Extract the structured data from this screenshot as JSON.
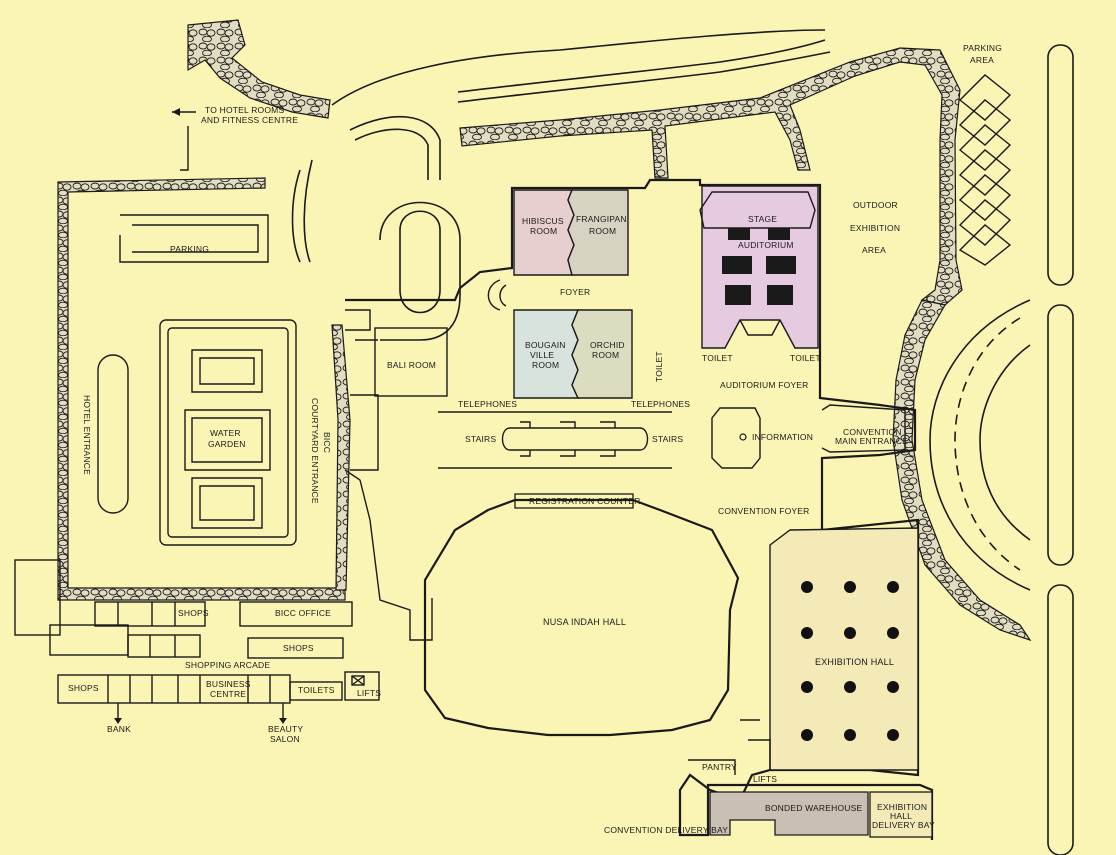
{
  "labels": {
    "to_hotel_rooms": "TO HOTEL ROOMS",
    "and_fitness_centre": "AND FITNESS CENTRE",
    "parking": "PARKING",
    "parking_area_1": "PARKING",
    "parking_area_2": "AREA",
    "hibiscus_1": "HIBISCUS",
    "hibiscus_2": "ROOM",
    "frangipani_1": "FRANGIPANI",
    "frangipani_2": "ROOM",
    "foyer": "FOYER",
    "stage": "STAGE",
    "auditorium": "AUDITORIUM",
    "outdoor": "OUTDOOR",
    "exhibition": "EXHIBITION",
    "area": "AREA",
    "bali_room": "BALI ROOM",
    "bougain_1": "BOUGAIN",
    "bougain_2": "VILLE",
    "bougain_3": "ROOM",
    "orchid_1": "ORCHID",
    "orchid_2": "ROOM",
    "toilet_v": "TOILET",
    "toilet_left": "TOILET",
    "toilet_right": "TOILET",
    "auditorium_foyer": "AUDITORIUM FOYER",
    "telephones_left": "TELEPHONES",
    "telephones_right": "TELEPHONES",
    "stairs_left": "STAIRS",
    "stairs_right": "STAIRS",
    "information": "INFORMATION",
    "convention_1": "CONVENTION",
    "convention_2": "MAIN ENTRANCE",
    "hotel_entrance": "HOTEL ENTRANCE",
    "water_1": "WATER",
    "water_2": "GARDEN",
    "bicc_courtyard_1": "BICC",
    "bicc_courtyard_2": "COURTYARD ENTRANCE",
    "registration_counter": "REGISTRATION COUNTER",
    "convention_foyer": "CONVENTION FOYER",
    "nusa_indah_hall": "NUSA INDAH HALL",
    "exhibition_hall": "EXHIBITION HALL",
    "shops_top": "SHOPS",
    "bicc_office": "BICC OFFICE",
    "shops_mid": "SHOPS",
    "shopping_arcade": "SHOPPING ARCADE",
    "shops_bottom": "SHOPS",
    "business_1": "BUSINESS",
    "business_2": "CENTRE",
    "toilets": "TOILETS",
    "lifts_left": "LIFTS",
    "bank": "BANK",
    "beauty_1": "BEAUTY",
    "beauty_2": "SALON",
    "pantry": "PANTRY",
    "lifts_right": "LIFTS",
    "bonded_warehouse": "BONDED WAREHOUSE",
    "exhibition_hall_1": "EXHIBITION",
    "exhibition_hall_2": "HALL",
    "delivery_bay": "DELIVERY BAY",
    "convention_delivery_bay": "CONVENTION DELIVERY BAY"
  },
  "colors": {
    "background": "#fbf5b5",
    "hibiscus": "#e8cfcf",
    "frangipani": "#d6d3c3",
    "auditorium": "#e6cbe0",
    "bougainville": "#d9e3dd",
    "orchid": "#dcdcc0",
    "exhibition_hall": "#f3eab8",
    "bonded_warehouse": "#c9bfb4",
    "stone_fill": "#e2dcc0"
  }
}
